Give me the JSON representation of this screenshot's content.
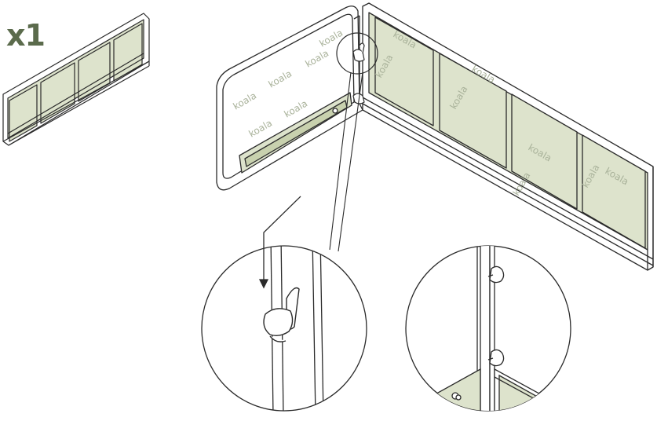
{
  "quantity": {
    "label": "x1"
  },
  "brand": {
    "watermark": "koala"
  },
  "colors": {
    "ink": "#2b2b2b",
    "panel_fill": "#dde3cc",
    "panel_fill_dark": "#c8d1ae",
    "qty_text": "#5b6b4c",
    "watermark": "#a9b29a",
    "paper": "#ffffff"
  },
  "callouts": [
    {
      "name": "hook-insert-detail",
      "icon": "hook-bracket-icon"
    },
    {
      "name": "bracket-fixed-detail",
      "icon": "knob-bolt-icon"
    }
  ]
}
